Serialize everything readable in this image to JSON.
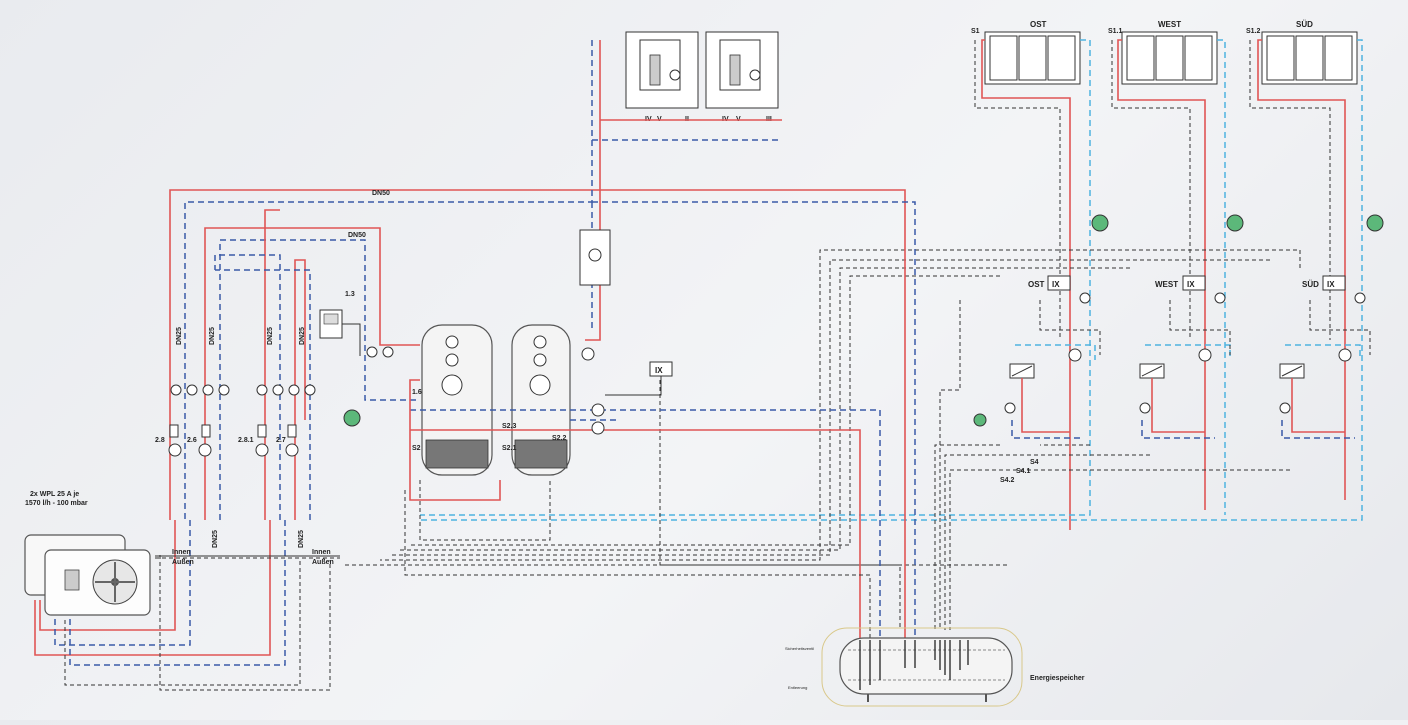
{
  "heat_pump": {
    "line1": "2x WPL 25 A je",
    "line2": "1570 l/h - 100 mbar",
    "innen": "Innen",
    "aussen": "Außen"
  },
  "pipe_labels": {
    "dn50": "DN50",
    "dn25": "DN25"
  },
  "pump_labels": [
    "2.8",
    "2.6",
    "2.8.1",
    "2.7"
  ],
  "controller_label": "1.3",
  "storage": {
    "s2": "S2",
    "s2_1": "S2.1",
    "s2_2": "S2.2",
    "s2_3": "S2.3",
    "l1_6": "1.6"
  },
  "controller_ix": "IX",
  "sensors": {
    "s4": "S4",
    "s4_1": "S4.1",
    "s4_2": "S4.2",
    "s1": "S1",
    "s1_1": "S1.1",
    "s1_2": "S1.2"
  },
  "roman": {
    "iv": "IV",
    "v": "V",
    "ii": "II",
    "iii": "III"
  },
  "collectors": [
    {
      "orientation": "OST"
    },
    {
      "orientation": "WEST"
    },
    {
      "orientation": "SÜD"
    }
  ],
  "energy_storage": {
    "label": "Energiespeicher",
    "safety": "Sicherheitsventil",
    "drain": "Entleerung"
  },
  "colors": {
    "supply": "#e05555",
    "return": "#3a5aa8",
    "solar_return": "#4fb3e0",
    "signal": "#333333"
  }
}
